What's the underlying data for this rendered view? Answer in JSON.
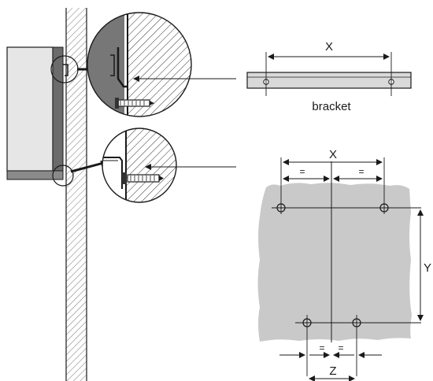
{
  "labels": {
    "bracket_caption": "bracket",
    "bracket_width": "X",
    "holes_width": "X",
    "equal_left": "=",
    "equal_right": "=",
    "vertical_distance": "Y",
    "bottom_equal_left": "=",
    "bottom_equal_right": "=",
    "bottom_width": "Z"
  },
  "colors": {
    "line": "#1a1a1a",
    "cabinet_face": "#e6e6e6",
    "cabinet_shadow": "#6b6b6b",
    "detail_fill": "#777777",
    "wall_pattern_surface": "#c9c9c9",
    "bracket_fill": "#d9d9d9"
  }
}
